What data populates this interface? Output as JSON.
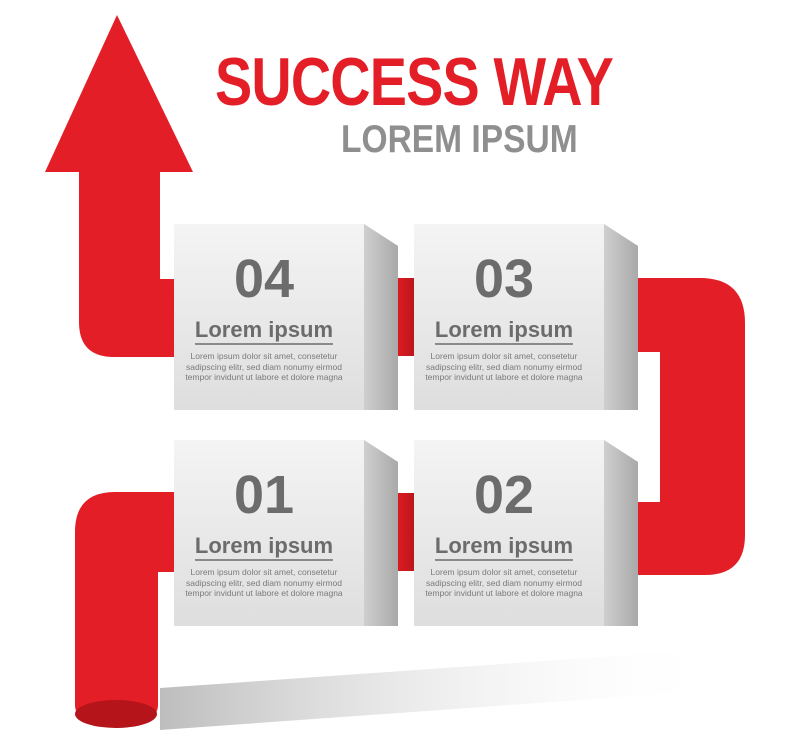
{
  "header": {
    "title": "SUCCESS WAY",
    "subtitle": "LOREM IPSUM"
  },
  "colors": {
    "arrow": "#e41e26",
    "arrow_dark": "#b31319",
    "box_face": "#e9e9e9",
    "box_side": "#bdbdbd",
    "text": "#6c6c6c"
  },
  "steps": [
    {
      "number": "04",
      "heading": "Lorem ipsum",
      "body": "Lorem ipsum dolor sit amet, consetetur sadipscing elitr, sed diam nonumy eirmod tempor invidunt ut labore et dolore magna"
    },
    {
      "number": "03",
      "heading": "Lorem ipsum",
      "body": "Lorem ipsum dolor sit amet, consetetur sadipscing elitr, sed diam nonumy eirmod tempor invidunt ut labore et dolore magna"
    },
    {
      "number": "01",
      "heading": "Lorem ipsum",
      "body": "Lorem ipsum dolor sit amet, consetetur sadipscing elitr, sed diam nonumy eirmod tempor invidunt ut labore et dolore magna"
    },
    {
      "number": "02",
      "heading": "Lorem ipsum",
      "body": "Lorem ipsum dolor sit amet, consetetur sadipscing elitr, sed diam nonumy eirmod tempor invidunt ut labore et dolore magna"
    }
  ]
}
